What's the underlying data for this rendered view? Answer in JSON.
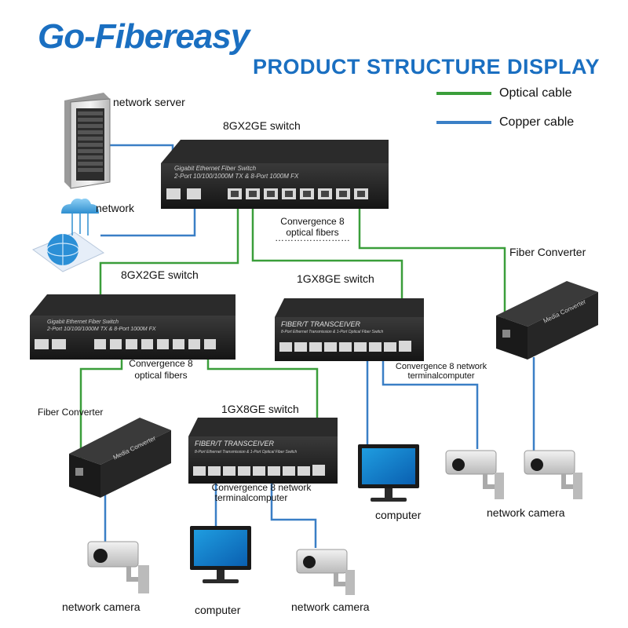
{
  "brand": {
    "name": "Go-Fibereasy",
    "color": "#1a6fc1"
  },
  "title": "PRODUCT STRUCTURE DISPLAY",
  "legend": {
    "optical": {
      "label": "Optical cable",
      "color": "#3a9e3a"
    },
    "copper": {
      "label": "Copper cable",
      "color": "#3a7fc6"
    }
  },
  "devices": {
    "server": {
      "label": "network server",
      "icon": "server-rack-icon"
    },
    "internet": {
      "label": "network",
      "icon": "cloud-globe-icon"
    },
    "top_switch": {
      "label": "8GX2GE switch",
      "panel_text": "Gigabit Ethernet Fiber Switch",
      "panel_sub": "2-Port 10/100/1000M TX & 8-Port 1000M FX"
    },
    "top_note": {
      "line1": "Convergence 8",
      "line2": "optical fibers",
      "dots": "……………………"
    },
    "left_switch": {
      "label": "8GX2GE switch",
      "panel_text": "Gigabit Ethernet Fiber Switch",
      "panel_sub": "2-Port 10/100/1000M TX & 8-Port 1000M FX"
    },
    "left_note": {
      "line1": "Convergence 8",
      "line2": "optical fibers"
    },
    "mid_switch": {
      "label": "1GX8GE switch",
      "panel_text": "FIBER/T TRANSCEIVER",
      "panel_sub": "8-Port Ethernet Transmission & 1-Port Optical Fiber Switch"
    },
    "mid_note": {
      "line1": "Convergence 8 network",
      "line2": "terminalcomputer"
    },
    "bottom_switch": {
      "label": "1GX8GE switch",
      "panel_text": "FIBER/T TRANSCEIVER",
      "panel_sub": "8-Port Ethernet Transmission & 1-Port Optical Fiber Switch"
    },
    "bottom_note": {
      "line1": "Convergence 8 network",
      "line2": "terminalcomputer"
    },
    "fiber_conv_right": {
      "label": "Fiber Converter",
      "panel_text": "Media Converter"
    },
    "fiber_conv_left": {
      "label": "Fiber Converter",
      "panel_text": "Media Converter"
    },
    "computer_mid": {
      "label": "computer"
    },
    "computer_bottom": {
      "label": "computer"
    },
    "camera_right": {
      "label": "network camera"
    },
    "camera_left": {
      "label": "network camera"
    },
    "camera_bottom": {
      "label": "network camera"
    }
  }
}
